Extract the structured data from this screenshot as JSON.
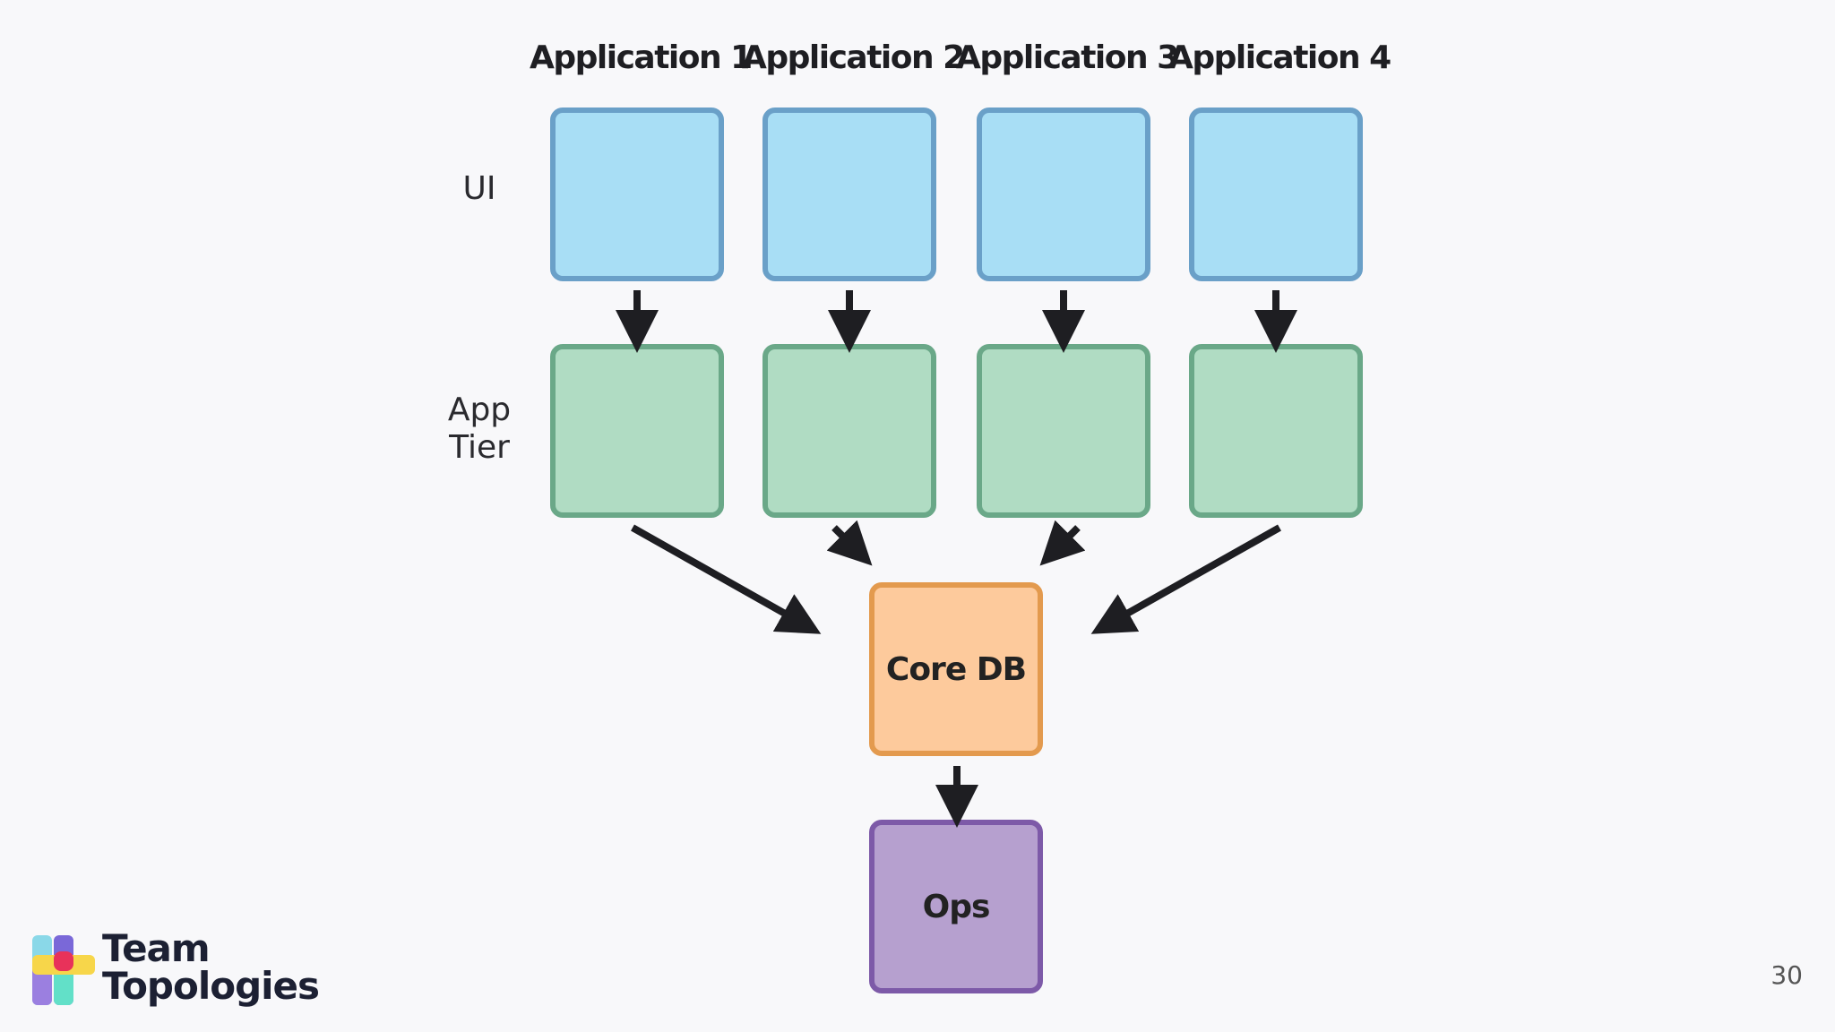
{
  "diagram": {
    "columns": [
      "Application 1",
      "Application 2",
      "Application 3",
      "Application 4"
    ],
    "rows": {
      "ui_label": "UI",
      "app_tier_label_line1": "App",
      "app_tier_label_line2": "Tier"
    },
    "core_db_label": "Core DB",
    "ops_label": "Ops"
  },
  "branding": {
    "name_line1": "Team",
    "name_line2": "Topologies"
  },
  "slide": {
    "page_number": "30"
  },
  "colors": {
    "ui_fill": "#a8def5",
    "ui_border": "#6aa0c8",
    "app_fill": "#b0dcc3",
    "app_border": "#6aa888",
    "core_fill": "#fdca9c",
    "core_border": "#e39a4e",
    "ops_fill": "#b6a0cf",
    "ops_border": "#7d5aa8",
    "arrow": "#1e1e22"
  }
}
